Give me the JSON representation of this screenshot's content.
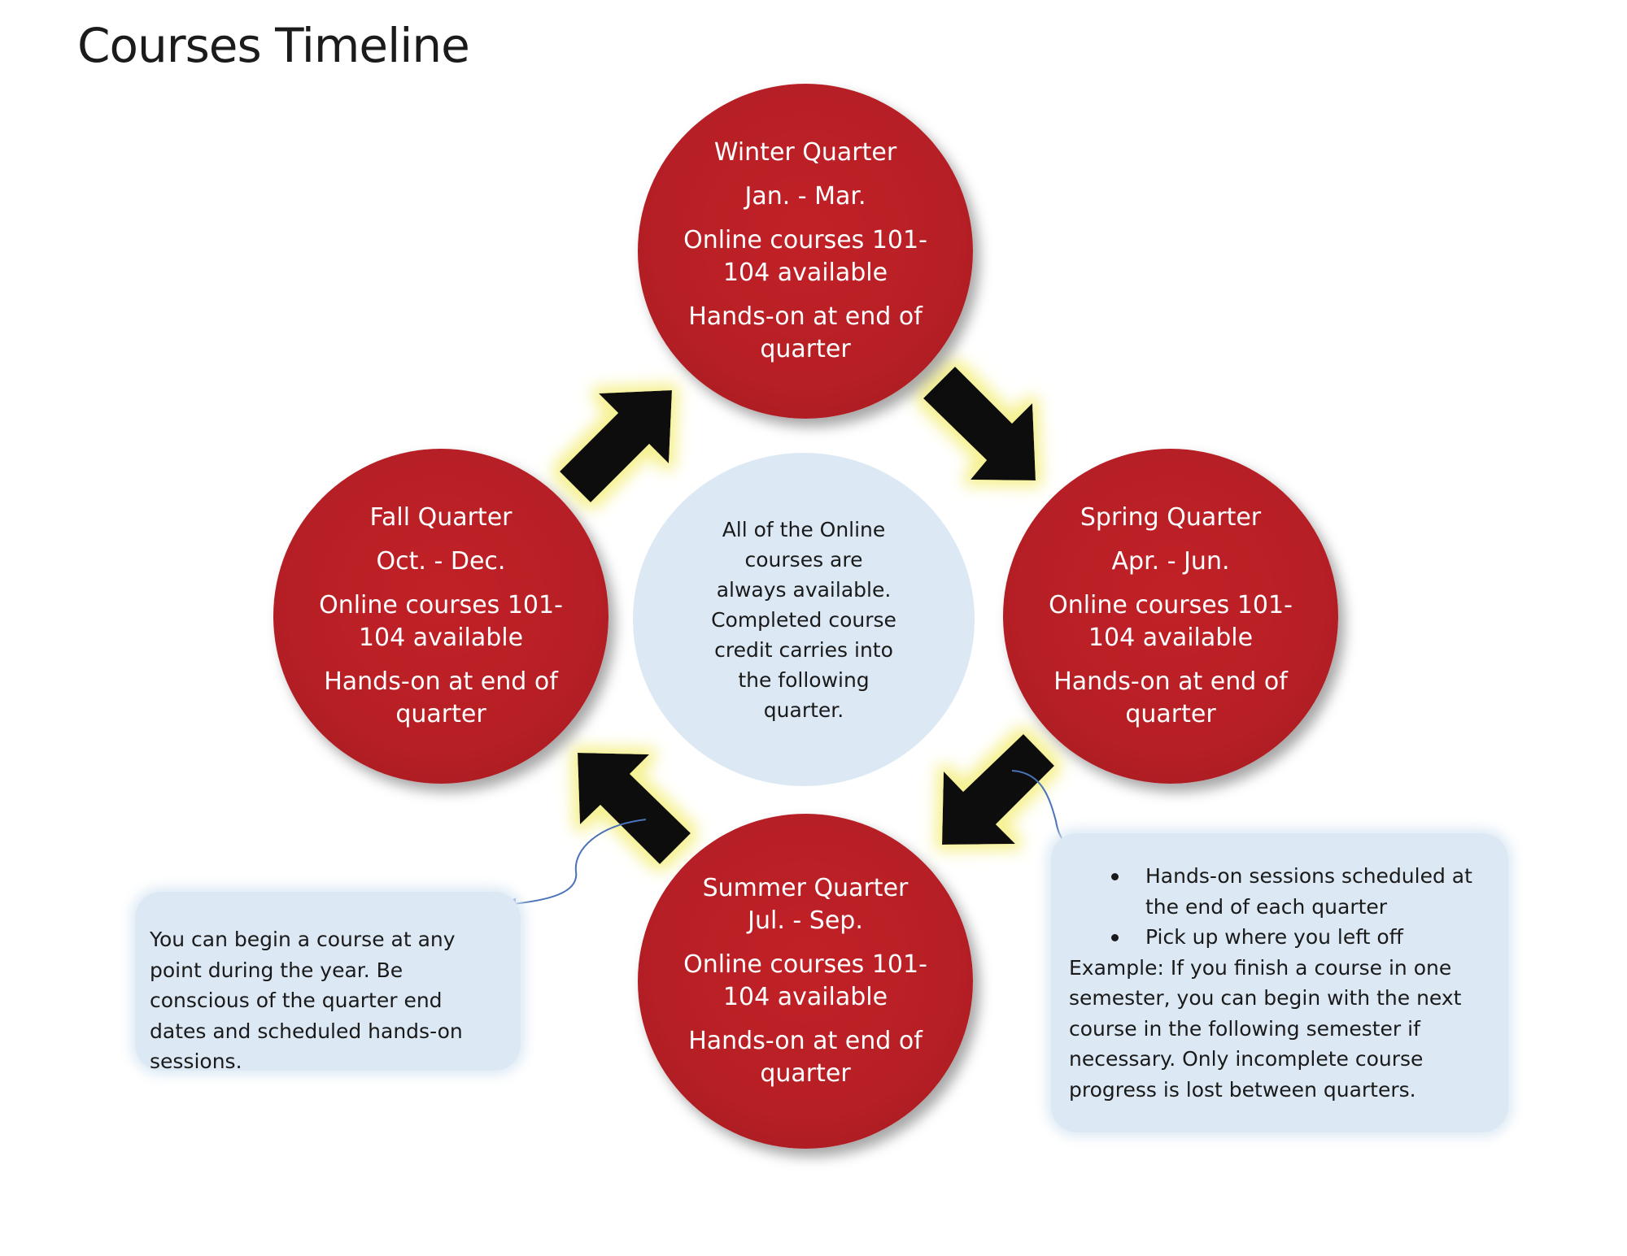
{
  "title": "Courses Timeline",
  "quarters": {
    "winter": {
      "name": "Winter Quarter",
      "months": "Jan. - Mar.",
      "online": "Online courses 101-104 available",
      "handson": "Hands-on at end of quarter"
    },
    "spring": {
      "name": "Spring Quarter",
      "months": "Apr. - Jun.",
      "online": "Online courses 101-104 available",
      "handson": "Hands-on at end of quarter"
    },
    "summer": {
      "name": "Summer Quarter",
      "months": "Jul. - Sep.",
      "online": "Online courses 101-104 available",
      "handson": "Hands-on at end of quarter"
    },
    "fall": {
      "name": "Fall Quarter",
      "months": "Oct. - Dec.",
      "online": "Online courses 101-104 available",
      "handson": "Hands-on at end of quarter"
    }
  },
  "center": {
    "text": "All of the Online courses are always available. Completed course credit carries into the following quarter."
  },
  "callout_left": {
    "text": "You can begin a course at any point during the year. Be conscious of the quarter end dates and scheduled hands-on sessions."
  },
  "callout_right": {
    "bullets": [
      "Hands-on sessions scheduled at the end of each quarter",
      "Pick up where you left off"
    ],
    "example": "Example: If you finish a course in one semester, you can begin with the next course in the following semester if necessary. Only incomplete course progress is lost between quarters."
  },
  "colors": {
    "quarter_fill": "#b61f25",
    "center_fill": "#dce9f4",
    "callout_fill": "#dce9f4",
    "arrow_fill": "#0a0a0a",
    "arrow_glow": "#f5f08a",
    "connector": "#4a72b8"
  }
}
